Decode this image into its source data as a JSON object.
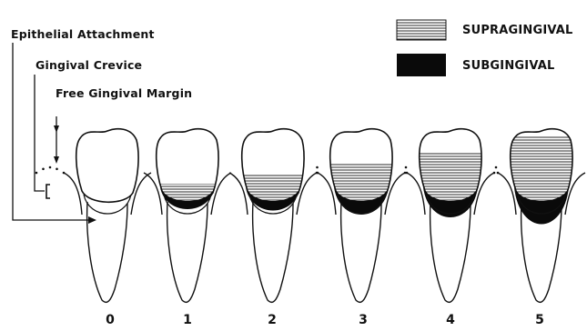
{
  "labels": {
    "epithelial_attachment": "Epithelial Attachment",
    "gingival_crevice": "Gingival Crevice",
    "free_gingival_margin": "Free Gingival Margin"
  },
  "legend": {
    "supragingival": "SUPRAGINGIVAL",
    "subgingival": "SUBGINGIVAL"
  },
  "scores": [
    "0",
    "1",
    "2",
    "3",
    "4",
    "5"
  ],
  "colors": {
    "ink": "#111111",
    "background": "#ffffff"
  }
}
